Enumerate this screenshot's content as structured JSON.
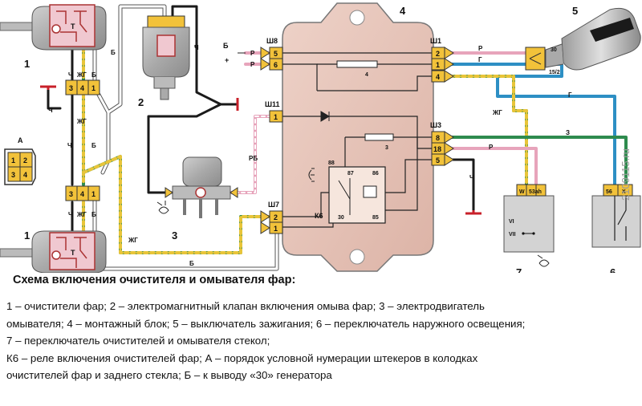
{
  "diagram": {
    "wire_colors": {
      "Б": "#ffffff",
      "Ч": "#1a1a1a",
      "Р": "#e7a4bb",
      "Г": "#2d8fc4",
      "З": "#2e8b4e",
      "ЖГ": "#e8c53a",
      "РБ": "#e7a4bb"
    },
    "component_numbers": [
      "1",
      "2",
      "3",
      "4",
      "5",
      "6",
      "7",
      "1"
    ],
    "wire_labels": [
      "Ч",
      "ЖГ",
      "Б",
      "Б",
      "Ч",
      "Ч",
      "Ч",
      "ЖГ",
      "Б",
      "Ч",
      "ЖГ",
      "Б",
      "РБ",
      "ЖГ",
      "Б",
      "Р",
      "Г",
      "ЖГ",
      "Г",
      "З",
      "Р",
      "Ч"
    ],
    "block": {
      "connector_names": [
        "Ш8",
        "Ш1",
        "Ш11",
        "Ш3",
        "Ш7"
      ],
      "sh8_pins": [
        "5",
        "6"
      ],
      "sh1_pins": [
        "2",
        "1",
        "4"
      ],
      "sh11_pins": [
        "1"
      ],
      "sh3_pins": [
        "8",
        "18",
        "5"
      ],
      "sh7_pins": [
        "2",
        "1"
      ],
      "relay_name": "К6",
      "relay_pins": [
        "88",
        "87",
        "86",
        "30",
        "85"
      ],
      "element_numbers": [
        "4",
        "3"
      ]
    },
    "output_B": {
      "label": "Б",
      "plus": "+",
      "wires": [
        "Р",
        "Р"
      ]
    },
    "connector_A": {
      "label": "А",
      "pins": [
        "1",
        "2",
        "3",
        "4"
      ]
    },
    "wiper_connectors": {
      "top": [
        "3",
        "4",
        "1"
      ],
      "bottom": [
        "3",
        "4",
        "1"
      ]
    },
    "motor_letter": "Т",
    "ignition_switch": {
      "terminals": [
        "30",
        "15/2"
      ]
    },
    "switch7": {
      "pins": [
        "W",
        "53ah"
      ],
      "positions": [
        "VI",
        "VII"
      ]
    },
    "switch6": {
      "pins": [
        "56",
        "X"
      ]
    }
  },
  "caption": {
    "title": "Схема включения очистителя и омывателя фар:",
    "lines": [
      "1 – очистители фар; 2 – электромагнитный клапан включения омыва фар; 3 – электродвигатель",
      "омывателя; 4 – монтажный блок; 5 – выключатель зажигания; 6 – переключатель наружного освещения;",
      "7 – переключатель очистителей и омывателя стекол;",
      "К6 – реле включения очистителей фар; А – порядок условной нумерации штекеров в колодках",
      "очистителей фар и заднего стекла; Б – к выводу «30» генератора"
    ]
  },
  "watermark": "2109115.ru"
}
